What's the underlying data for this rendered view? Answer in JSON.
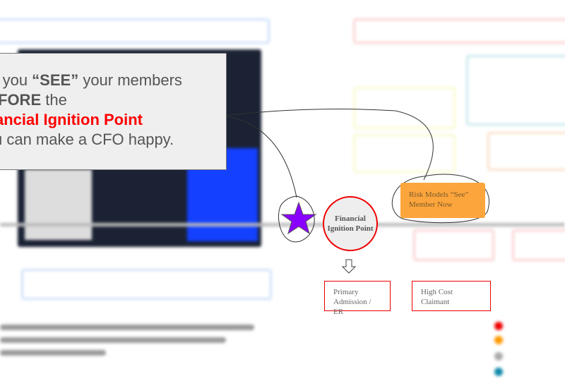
{
  "callout": {
    "line1_a": "en you ",
    "line1_b": "“SEE”",
    "line1_c": " your members",
    "line2_a": "FORE",
    "line2_b": " the",
    "line3": "ancial Ignition Point",
    "line4": "u can make a CFO happy."
  },
  "ignition_circle": "Financial Ignition Point",
  "risk_models": {
    "line1": "Risk Models “See”",
    "line2": "Member Now"
  },
  "primary_admission": {
    "line1": "Primary",
    "line2": "Admission / ER"
  },
  "high_cost_claimant": "High Cost Claimant",
  "colors": {
    "accent_red": "#ff0000",
    "orange": "#fca53c",
    "star": "#8a00ff"
  }
}
